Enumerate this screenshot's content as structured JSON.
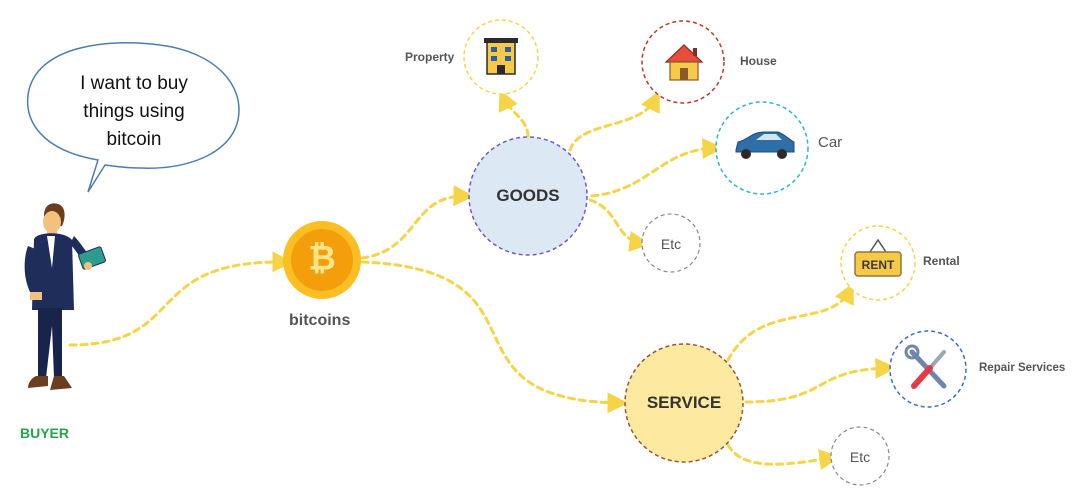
{
  "speech_bubble": {
    "lines": [
      "I want to buy",
      "things using",
      "bitcoin"
    ]
  },
  "buyer": {
    "label": "BUYER"
  },
  "bitcoin": {
    "label": "bitcoins",
    "symbol": "₿"
  },
  "goods": {
    "label": "GOODS",
    "items": {
      "property": "Property",
      "house": "House",
      "car": "Car",
      "etc": "Etc"
    }
  },
  "service": {
    "label": "SERVICE",
    "items": {
      "rental": "Rental",
      "rental_sign": "RENT",
      "repair": "Repair Services",
      "etc": "Etc"
    }
  },
  "colors": {
    "flow_line": "#f5d547",
    "goods_fill": "#dde8f5",
    "goods_border": "#6a5acd",
    "service_fill": "#fde9a0",
    "service_border": "#a0522d",
    "coin_outer": "#fbbf24",
    "coin_inner": "#f59e0b",
    "buyer_label": "#22a84a"
  }
}
